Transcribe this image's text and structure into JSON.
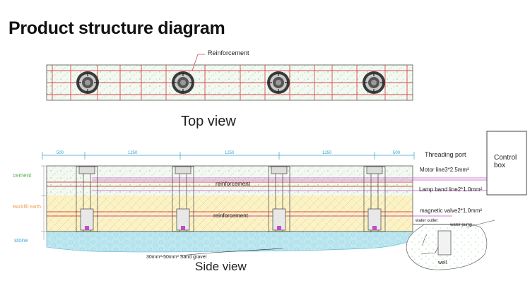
{
  "title": "Product structure diagram",
  "top_view": {
    "label": "Top view",
    "reinforcement_label": "Reinforcement",
    "nozzle_count": 4
  },
  "side_view": {
    "label": "Side view",
    "dimensions": [
      "500",
      "1250",
      "1250",
      "1250",
      "500"
    ],
    "layers": {
      "cement": "cement",
      "backfill": "Backfill earth",
      "stone": "stone"
    },
    "reinforcement_upper": "reinforcement",
    "reinforcement_lower": "reinforcement",
    "gravel_note": "30mm³-50mm³ Sand gravel",
    "threading_port": "Threading port",
    "control_box": "Control box",
    "motor_line": "Motor line3*2.5mm²",
    "lamp_band_line": "Lamp band line2*1.0mm²",
    "magnetic_valve": "magnetic valve2*1.0mm²",
    "water_outlet": "water outlet",
    "water_pump": "water pump",
    "well": "well"
  },
  "colors": {
    "reinforcement": "#d94a4a",
    "cable": "#c050c0",
    "cement_fill": "#eef6ec",
    "backfill_fill": "#fbf3c8",
    "stone_fill": "#bfe8f0",
    "dimension": "#3aa0c0"
  }
}
